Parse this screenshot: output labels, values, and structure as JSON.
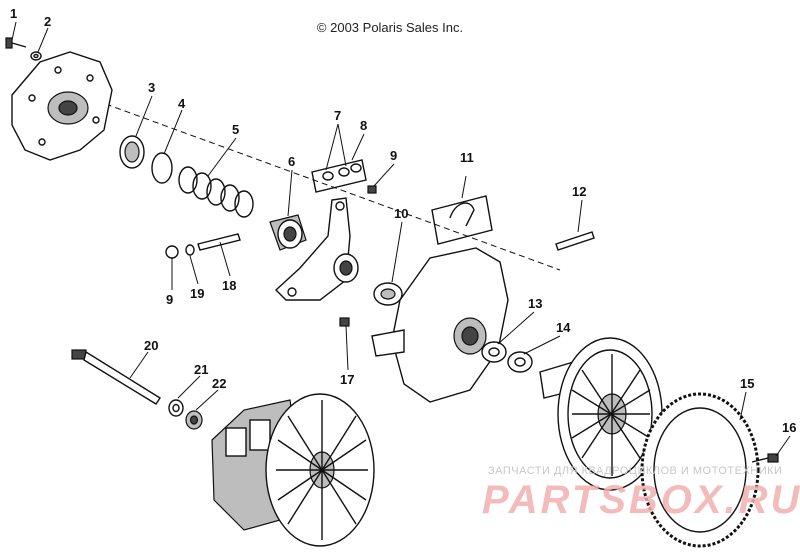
{
  "copyright": "© 2003 Polaris Sales Inc.",
  "watermark": {
    "tagline": "ЗАПЧАСТИ ДЛЯ КВАДРОЦИКЛОВ И МОТОТЕХНИКИ",
    "logo": "PARTSBOX.RU"
  },
  "callouts": {
    "c1": "1",
    "c2": "2",
    "c3": "3",
    "c4": "4",
    "c5": "5",
    "c6": "6",
    "c7": "7",
    "c8": "8",
    "c9a": "9",
    "c9b": "9",
    "c10": "10",
    "c11": "11",
    "c12": "12",
    "c13": "13",
    "c14": "14",
    "c15": "15",
    "c16": "16",
    "c17": "17",
    "c18": "18",
    "c19": "19",
    "c20": "20",
    "c21": "21",
    "c22": "22"
  }
}
